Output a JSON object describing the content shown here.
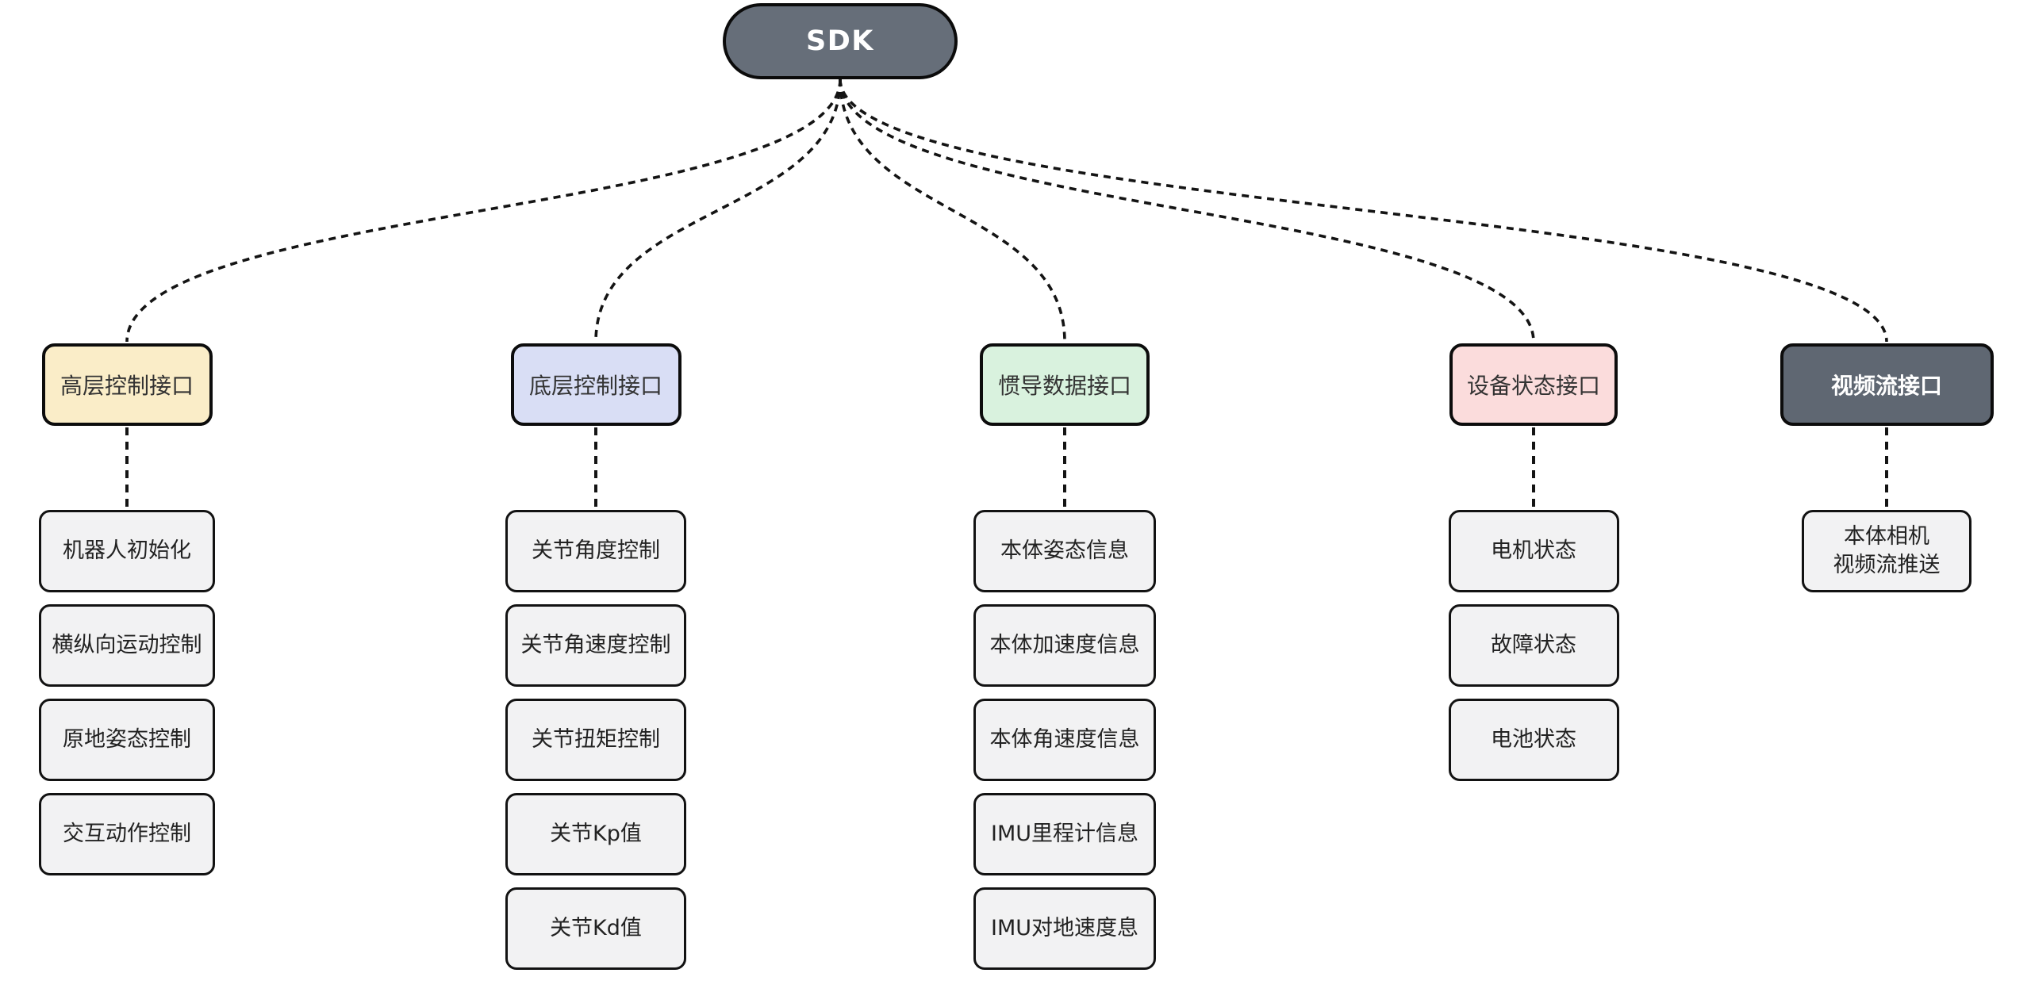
{
  "root": {
    "label": "SDK",
    "fill": "#666E79",
    "text_color": "#ffffff"
  },
  "connector_color": "#141414",
  "branches": [
    {
      "id": "high-level-control",
      "label": "高层控制接口",
      "fill": "#FAEDC8",
      "text_color": "#333333",
      "children": [
        "机器人初始化",
        "横纵向运动控制",
        "原地姿态控制",
        "交互动作控制"
      ]
    },
    {
      "id": "low-level-control",
      "label": "底层控制接口",
      "fill": "#D9DEF5",
      "text_color": "#333333",
      "children": [
        "关节角度控制",
        "关节角速度控制",
        "关节扭矩控制",
        "关节Kp值",
        "关节Kd值"
      ]
    },
    {
      "id": "imu-data",
      "label": "惯导数据接口",
      "fill": "#D9F2DE",
      "text_color": "#333333",
      "children": [
        "本体姿态信息",
        "本体加速度信息",
        "本体角速度信息",
        "IMU里程计信息",
        "IMU对地速度息"
      ]
    },
    {
      "id": "device-status",
      "label": "设备状态接口",
      "fill": "#FBDCDC",
      "text_color": "#333333",
      "children": [
        "电机状态",
        "故障状态",
        "电池状态"
      ]
    },
    {
      "id": "video-stream",
      "label": "视频流接口",
      "fill": "#5F6772",
      "text_color": "#ffffff",
      "children": [
        "本体相机\n视频流推送"
      ]
    }
  ]
}
